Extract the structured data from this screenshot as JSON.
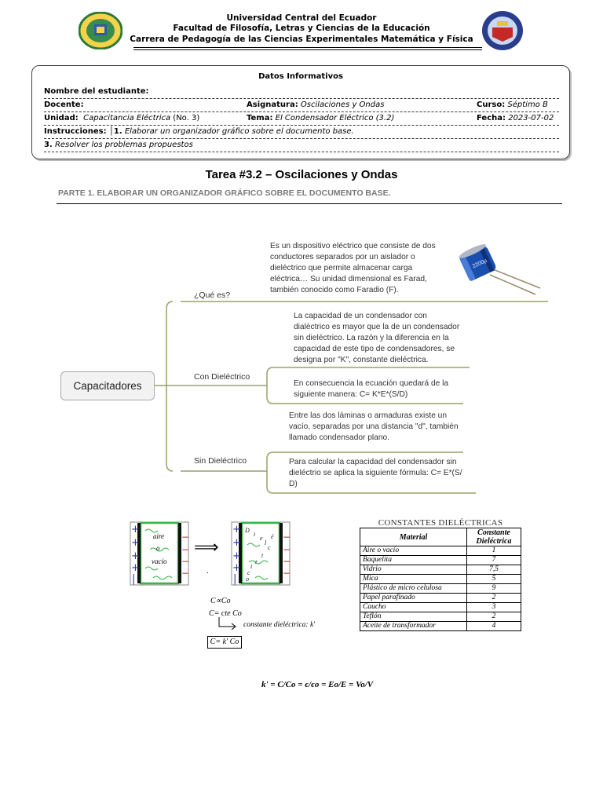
{
  "header": {
    "line1": "Universidad Central del Ecuador",
    "line2": "Facultad de Filosofía, Letras y Ciencias de la Educación",
    "line3": "Carrera de Pedagogía de las Ciencias Experimentales Matemática y Física"
  },
  "info": {
    "title": "Datos Informativos",
    "student_label": "Nombre del estudiante:",
    "teacher_label": "Docente:",
    "subject_label": "Asignatura:",
    "subject_value": "Oscilaciones y Ondas",
    "course_label": "Curso:",
    "course_value": "Séptimo B",
    "unit_label": "Unidad:",
    "unit_value": "Capacitancia Eléctrica",
    "unit_number": "(No. 3)",
    "topic_label": "Tema:",
    "topic_value": "El Condensador Eléctrico (3.2)",
    "date_label": "Fecha:",
    "date_value": "2023-07-02",
    "instructions_label": "Instrucciones:",
    "instruction1_num": "1.",
    "instruction1": "Elaborar un organizador gráfico sobre el documento base.",
    "instruction3_num": "3.",
    "instruction3": "Resolver los problemas propuestos"
  },
  "task": {
    "title": "Tarea #3.2 – Oscilaciones y Ondas",
    "part1": "PARTE 1. ELABORAR UN ORGANIZADOR GRÁFICO SOBRE EL DOCUMENTO BASE."
  },
  "organizer": {
    "root": "Capacitadores",
    "branch1_label": "¿Qué es?",
    "branch1_text": [
      "Es un dispositivo eléctrico que consiste de dos",
      "conductores separados por un aislador o",
      "dieléctrico que permite almacenar carga",
      "eléctrica… Su unidad dimensional es Farad,",
      "también conocido como Faradio (F)."
    ],
    "branch2_label": "Con Dieléctrico",
    "branch2_text_a": [
      "La capacidad de un condensador con",
      "dialéctrico es mayor que la de un condensador",
      "sin dieléctrico. La razón y la diferencia en la",
      "capacidad de este tipo de condensadores, se",
      "designa por \"K\", constante dieléctrica."
    ],
    "branch2_text_b": [
      "En consecuencia la ecuación quedará de la",
      "siguiente manera: C= K*E*(S/D)"
    ],
    "branch3_label": "Sin Dieléctrico",
    "branch3_text_a": [
      "Entre las dos láminas o armaduras existe un",
      "vacío, separadas por una distancia \"d\", también",
      "llamado condensador plano."
    ],
    "branch3_text_b": [
      "Para calcular la capacidad del condensador sin",
      "dieléctrio se aplica la siguiente fórmula: C= E*(S/",
      "D)"
    ],
    "line_color": "#9aa06a"
  },
  "diagram": {
    "plate_left_label1": "aire",
    "plate_left_label2": "o",
    "plate_left_label3": "vacío",
    "dielectric_letters": [
      "D",
      "i",
      "e",
      "l",
      "é",
      "c",
      "t",
      "r",
      "i",
      "c",
      "o"
    ],
    "arrow": "⟹",
    "prop": "C∝Co",
    "eq": "C= cte Co",
    "const_label": "constante dieléctrica: k'",
    "boxed": "C= k' Co",
    "big_formula": "k' = C/Co = ϵ/ϵo = Eo/E = Vo/V"
  },
  "table": {
    "title": "CONSTANTES DIELÉCTRICAS",
    "headers": [
      "Material",
      "Constante Dieléctrica"
    ],
    "rows": [
      [
        "Aire o vacío",
        "1"
      ],
      [
        "Baquelita",
        "7"
      ],
      [
        "Vidrio",
        "7,5"
      ],
      [
        "Mica",
        "5"
      ],
      [
        "Plástico de micro celulosa",
        "9"
      ],
      [
        "Papel parafinado",
        "2"
      ],
      [
        "Caucho",
        "3"
      ],
      [
        "Teflón",
        "2"
      ],
      [
        "Aceite de transformador",
        "4"
      ]
    ]
  }
}
